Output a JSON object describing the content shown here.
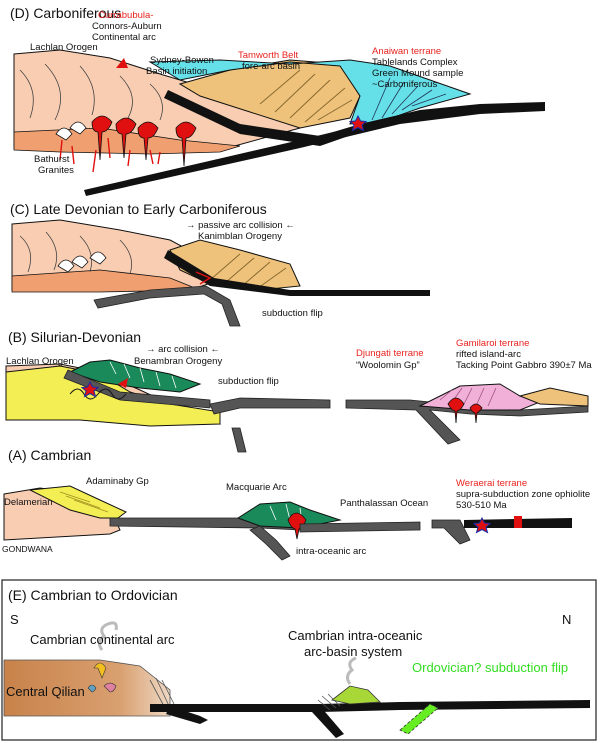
{
  "panels": {
    "d": {
      "title": "(D) Carboniferous",
      "labels": {
        "lachlan_orogen": "Lachlan Orogen",
        "currabubula": "Currabubula-",
        "connors_auburn_1": "Connors-Auburn",
        "connors_auburn_2": "Continental arc",
        "sydney_bowen_1": "Sydney-Bowen",
        "sydney_bowen_2": "Basin initiation",
        "tamworth_belt": "Tamworth Belt",
        "fore_arc": "fore-arc basin",
        "anaiwan": "Anaiwan terrane",
        "tablelands": "Tablelands Complex",
        "green_mound": "Green Mound sample",
        "carboniferous": "~Carboniferous",
        "bathurst_1": "Bathurst",
        "bathurst_2": "Granites"
      }
    },
    "c": {
      "title": "(C) Late Devonian to Early Carboniferous",
      "labels": {
        "passive_arc": "→ passive arc collision ←",
        "kanimblan": "Kanimblan Orogeny",
        "subduction_flip": "subduction flip"
      }
    },
    "b": {
      "title": "(B) Silurian-Devonian",
      "labels": {
        "lachlan_orogen": "Lachlan Orogen",
        "arc_collision": "→ arc collision ←",
        "benambran": "Benambran Orogeny",
        "subduction_flip": "subduction flip",
        "djungati": "Djungati terrane",
        "woolomin": "“Woolomin Gp”",
        "gamilaroi": "Gamilaroi terrane",
        "rifted": "rifted island-arc",
        "tacking_point": "Tacking Point Gabbro 390±7 Ma"
      }
    },
    "a": {
      "title": "(A) Cambrian",
      "labels": {
        "delamerian": "Delamerian",
        "adaminaby": "Adaminaby Gp",
        "gondwana": "GONDWANA",
        "macquarie": "Macquarie Arc",
        "panthalassan": "Panthalassan Ocean",
        "intra_oceanic": "intra-oceanic arc",
        "weraerai": "Weraerai terrane",
        "supra": "supra-subduction zone ophiolite",
        "age": "530-510 Ma"
      }
    },
    "e": {
      "title": "(E) Cambrian to Ordovician",
      "labels": {
        "s": "S",
        "n": "N",
        "cambrian_continental": "Cambrian continental arc",
        "intra_oceanic_1": "Cambrian intra-oceanic",
        "intra_oceanic_2": "arc-basin system",
        "ordovician_flip": "Ordovician? subduction flip",
        "central_qilian": "Central Qilian"
      }
    }
  },
  "colors": {
    "crust_peach": "#f8cdb2",
    "crust_salmon": "#f0a070",
    "sediment_tan": "#eec27a",
    "ocean_cyan": "#66e0e8",
    "arc_green": "#1a8a5a",
    "flysch_yellow": "#f4ee55",
    "pluton_red": "#e01010",
    "slab": "#4a4a4a",
    "lithosphere": "#111111",
    "rifted_pink": "#f0b0d8",
    "qilian_brown": "#c8824a",
    "green_arc_e": "#a8d838",
    "flip_green": "#66ee22",
    "label_red": "#e8231e",
    "label_green": "#33dd22"
  }
}
